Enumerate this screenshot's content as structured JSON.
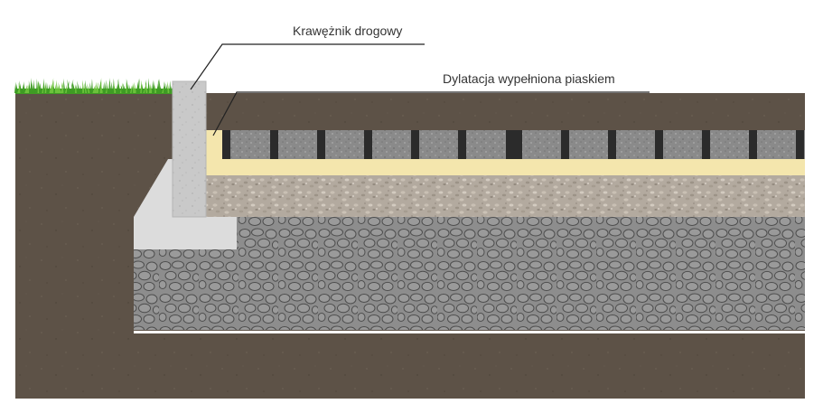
{
  "labels": {
    "curb": "Krawężnik drogowy",
    "dilatation": "Dylatacja wypełniona piaskiem"
  },
  "colors": {
    "soil": "#5d5247",
    "soil_dark": "#4e453b",
    "grass": "#3f9c24",
    "grass_light": "#6cc23c",
    "concrete": "#c9c9c9",
    "concrete_light": "#dcdcdc",
    "sand": "#f4e6ad",
    "gravel": "#b3aa9f",
    "stone": "#8d8d8d",
    "paver": "#8a8a8a",
    "joint": "#2b2b2b",
    "geotextile": "#ffffff",
    "leader": "#222222"
  },
  "icons": [
    "grass-strip",
    "curb-stone",
    "paving-stones"
  ]
}
